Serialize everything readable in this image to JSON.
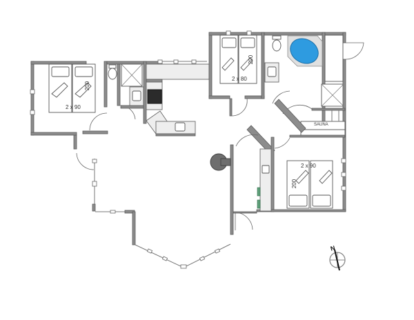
{
  "floor_plan": {
    "rooms": [
      {
        "name": "bedroom-west",
        "bed_label": "2 x 90",
        "bed_length": "200"
      },
      {
        "name": "bedroom-north",
        "bed_label": "2 x 80",
        "bed_length": "200"
      },
      {
        "name": "bedroom-east",
        "bed_label": "2 x 90",
        "bed_length": "200"
      },
      {
        "name": "sauna",
        "label": "SAUNA"
      }
    ],
    "compass": {
      "label": "N"
    },
    "colors": {
      "wall": "#8c8c8c",
      "whirlpool": "#2e9be0",
      "stove": "#2b2b2b",
      "chimney": "#6e6e6e",
      "counter": "#eeeeee"
    }
  }
}
